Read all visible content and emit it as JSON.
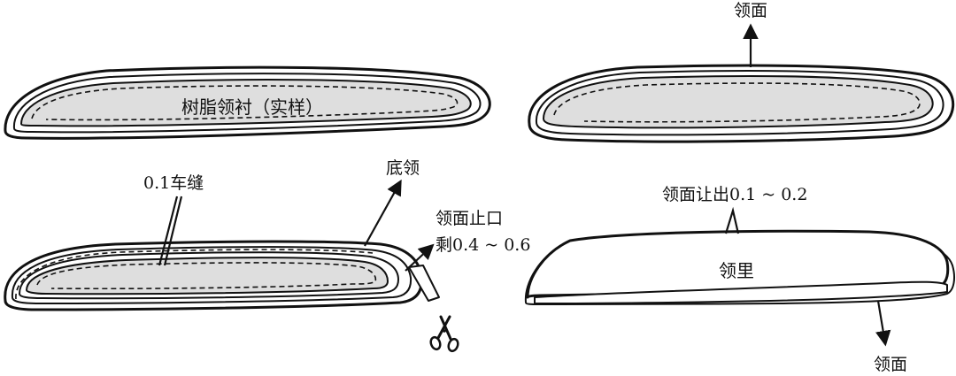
{
  "colors": {
    "resin_fill": "#dedede",
    "line": "#111111",
    "background": "#ffffff"
  },
  "labels": {
    "resin_lining": "树脂领衬（实样）",
    "top_collar_top": "领面",
    "stitch": "0.1车缝",
    "under_collar": "底领",
    "collar_stop_line1": "领面止口",
    "collar_stop_line2": "剩0.4 ~ 0.6",
    "top_collar_offset": "领面让出0.1 ~ 0.2",
    "collar_lining": "领里",
    "top_collar_bottom": "领面"
  },
  "icons": {
    "scissors": "scissors-icon"
  }
}
